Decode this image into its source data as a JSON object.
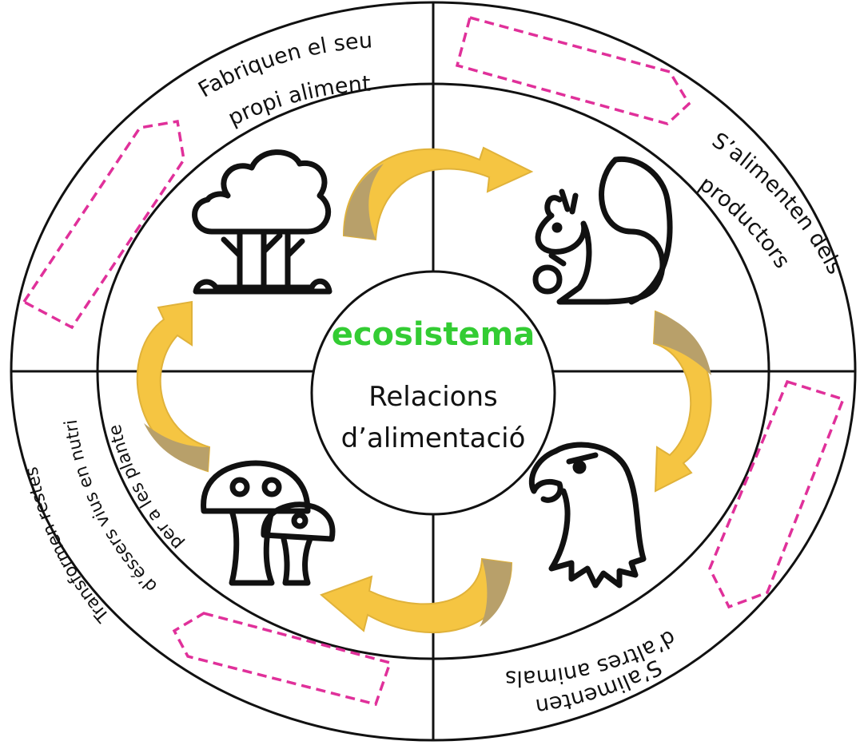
{
  "center": {
    "title": "ecosistema",
    "subtitle_line1": "Relacions",
    "subtitle_line2": "d’alimentació"
  },
  "quadrants": {
    "top_left": {
      "line1": "Fabriquen el seu",
      "line2": "propi aliment",
      "icon": "tree-icon"
    },
    "top_right": {
      "line1": "S’alimenten dels",
      "line2": "productors",
      "icon": "squirrel-icon"
    },
    "bottom_right": {
      "line1": "S’alimenten",
      "line2": "d’altres animals",
      "icon": "eagle-icon"
    },
    "bottom_left": {
      "line1": "Transformen restes",
      "line2": "d’éssers vius en nutrients",
      "line3": "per a les plantes",
      "icon": "mushroom-icon"
    }
  },
  "colors": {
    "title_green": "#33cc33",
    "arrow_yellow": "#f5c542",
    "arrow_shadow": "#b8a06a",
    "placeholder_magenta": "#e0309a",
    "line": "#111111"
  }
}
